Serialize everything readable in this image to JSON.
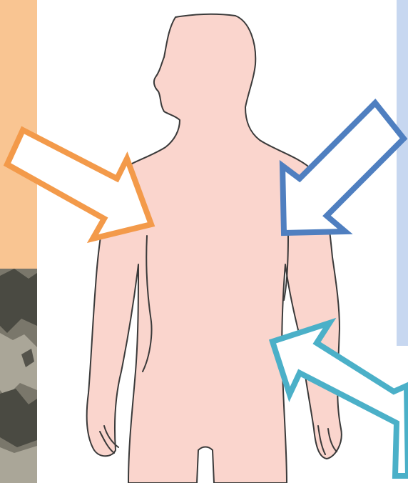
{
  "colors": {
    "background": "#ffffff",
    "left_panel": "#f9c592",
    "right_panel": "#c7d7f0",
    "body_fill": "#fad5cd",
    "body_outline": "#3a3a3a",
    "arrow_orange": "#f39a4a",
    "arrow_blue": "#4f7fc0",
    "arrow_teal": "#4bb0c8",
    "arrow_fill": "#ffffff",
    "rock_dark": "#4a4a42",
    "rock_mid": "#7a776b",
    "rock_light": "#b7b2a4"
  },
  "figure": {
    "subject": "human-body-silhouette",
    "view": "upper-body-profile-head"
  },
  "arrows": [
    {
      "id": "orange",
      "color_key": "arrow_orange",
      "direction": "down-right",
      "target": "left-shoulder"
    },
    {
      "id": "blue",
      "color_key": "arrow_blue",
      "direction": "down-left",
      "target": "right-shoulder"
    },
    {
      "id": "teal",
      "color_key": "arrow_teal",
      "direction": "up-left",
      "target": "right-hip"
    }
  ],
  "side_panels": {
    "left_top": "solid-orange-panel",
    "left_bottom": "mountain-photo",
    "right": "solid-blue-panel"
  }
}
